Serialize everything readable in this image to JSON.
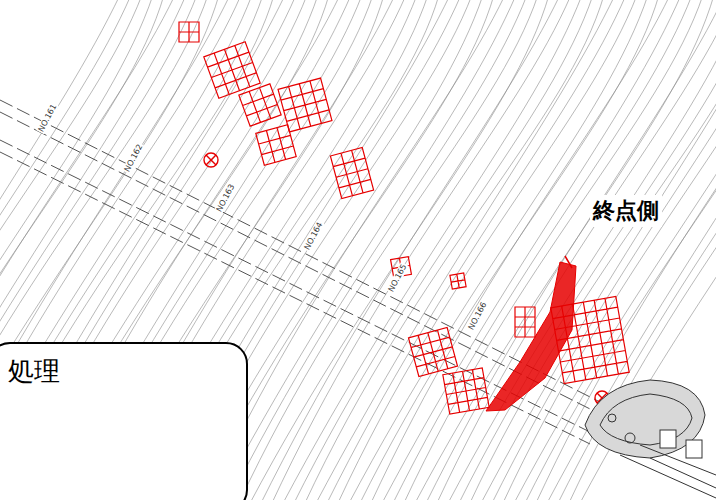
{
  "diagram": {
    "nodes": [
      {
        "text": [
          "処理"
        ]
      }
    ],
    "labels": [
      "終点側",
      "NO.161",
      "NO.162",
      "NO.163",
      "NO.164",
      "NO.165",
      "NO.166"
    ]
  }
}
